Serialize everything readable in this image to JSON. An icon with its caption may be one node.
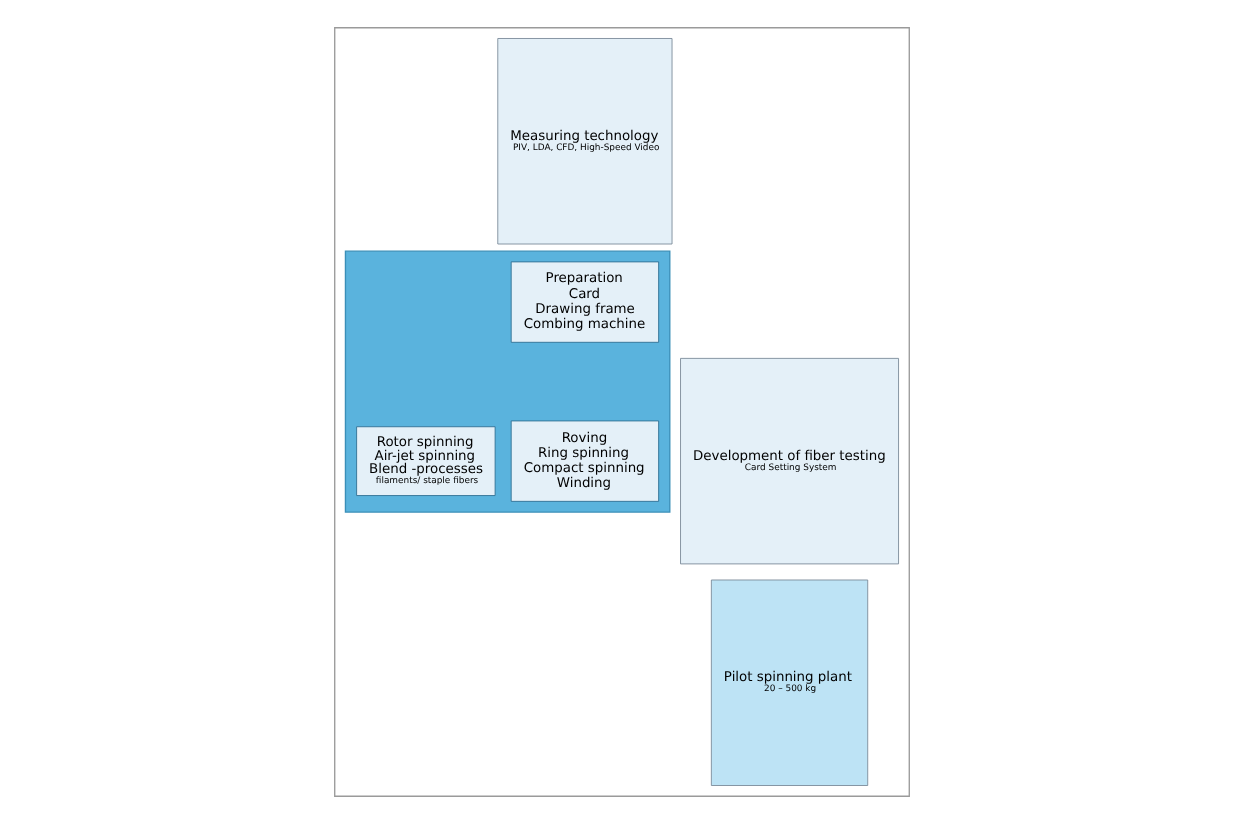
{
  "diagram": {
    "nodes": [
      {
        "text": [],
        "shape": "box"
      },
      {
        "text": [
          "Measuring technology",
          "PIV, LDA, CFD, High-Speed Video"
        ],
        "in": 0
      },
      {
        "text": [],
        "shape": "box",
        "in": 0
      },
      {
        "text": [
          "Preparation",
          "Card",
          "Drawing frame",
          "Combing machine"
        ],
        "in": 2
      },
      {
        "text": [
          "Rotor spinning",
          "Air-jet spinning",
          "Blend -processes",
          "filaments/ staple fibers"
        ],
        "in": 2
      },
      {
        "text": [
          "Roving",
          "Ring spinning",
          "Compact spinning",
          "Winding"
        ],
        "in": 2
      },
      {
        "text": [
          "Development of fiber testing",
          "Card Setting System"
        ],
        "in": 0
      },
      {
        "text": [
          "Pilot spinning plant",
          "20 – 500 kg"
        ],
        "in": 0
      }
    ],
    "edges": []
  }
}
